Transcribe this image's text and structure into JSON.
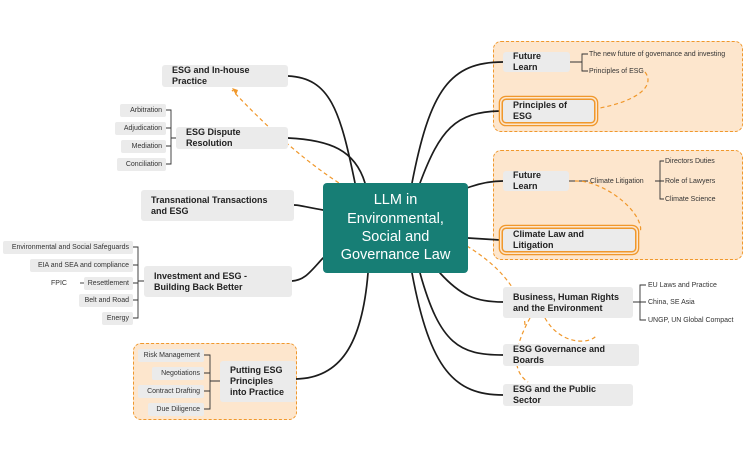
{
  "center": {
    "label": "LLM in Environmental, Social and Governance Law"
  },
  "left": {
    "inhouse": "ESG and In-house Practice",
    "dispute": {
      "label": "ESG Dispute Resolution",
      "leaves": [
        "Arbitration",
        "Adjudication",
        "Mediation",
        "Conciliation"
      ]
    },
    "transnational": "Transnational Transactions and ESG",
    "investment": {
      "label": "Investment and ESG - Building Back Better",
      "leaves": [
        "Environmental and Social Safeguards",
        "EIA and SEA and compliance",
        "Resettlement",
        "Belt and Road",
        "Energy"
      ],
      "resettlement_sub": "FPIC"
    },
    "practice": {
      "label": "Putting ESG Principles into Practice",
      "leaves": [
        "Risk Management",
        "Negotiations",
        "Contract Drafting",
        "Due Diligence"
      ]
    }
  },
  "right": {
    "future1": {
      "label": "Future Learn",
      "subs": [
        "The new future of governance and investing",
        "Principles of ESG"
      ]
    },
    "principles": "Principles of ESG",
    "future2": {
      "label": "Future Learn",
      "sub": "Climate Litigation",
      "subsubs": [
        "Directors Duties",
        "Role of Lawyers",
        "Climate Science"
      ]
    },
    "climate_law": "Climate Law and Litigation",
    "business": {
      "label": "Business, Human Rights and the Environment",
      "subs": [
        "EU Laws and Practice",
        "China, SE Asia",
        "UNGP, UN Global Compact"
      ]
    },
    "governance": "ESG Governance and Boards",
    "public": "ESG and the Public Sector"
  }
}
